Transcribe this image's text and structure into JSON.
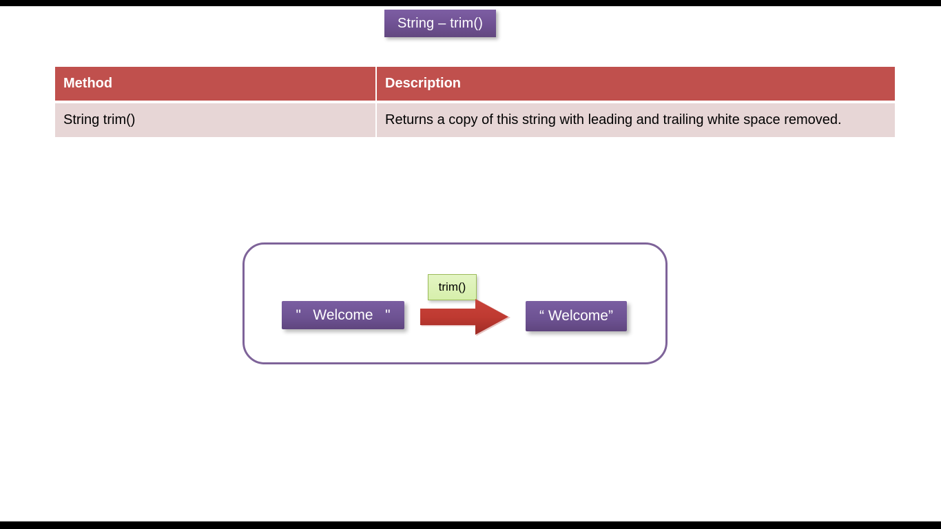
{
  "slide": {
    "title": "String – trim()",
    "theme": {
      "title_purple": "#6f5193",
      "table_header_red": "#c0504d",
      "table_body_pink": "#e7d6d6",
      "box_purple": "#6d5292",
      "chip_green": "#d6efab",
      "arrow_red": "#c0332c",
      "container_border_purple": "#7e6399",
      "letterbox_black": "#000000"
    }
  },
  "table": {
    "headers": [
      "Method",
      "Description"
    ],
    "rows": [
      {
        "method": "String trim()",
        "description": "Returns a copy of this string with leading and trailing white space removed."
      }
    ]
  },
  "diagram": {
    "input_label": "\"   Welcome   \"",
    "operation_label": "trim()",
    "output_label": "“ Welcome”",
    "arrow_icon": "right-arrow-icon"
  }
}
